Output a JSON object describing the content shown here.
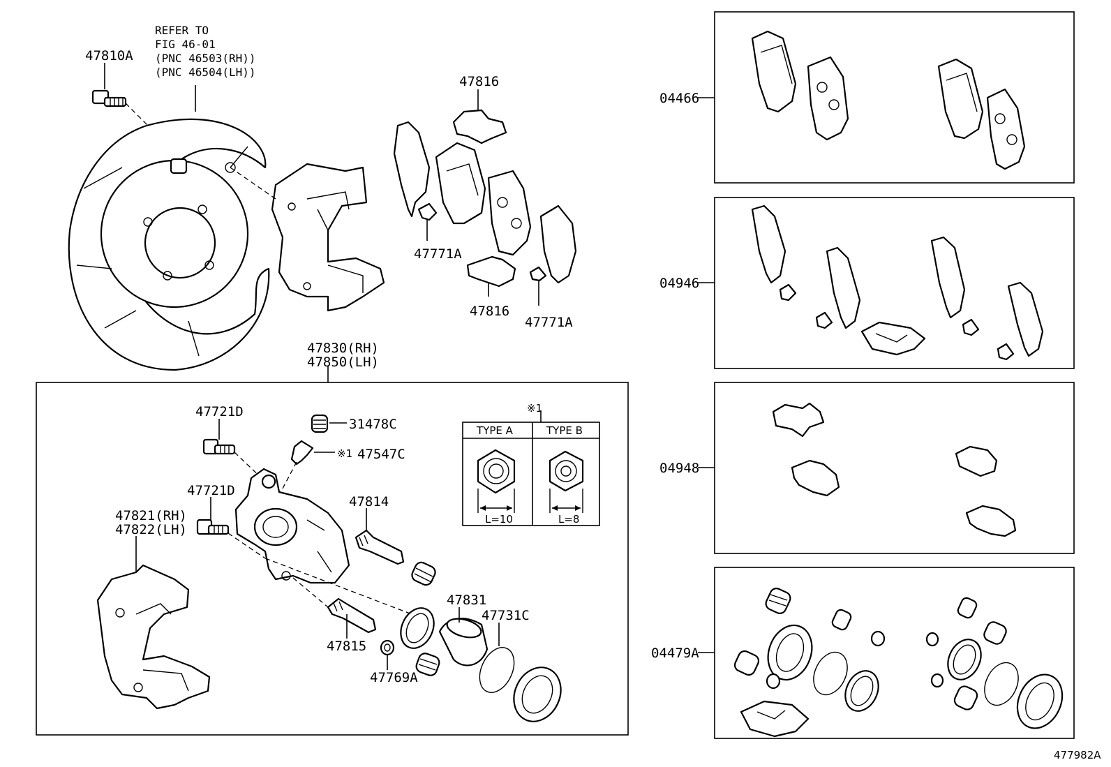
{
  "labels": {
    "bolt_top": "47810A",
    "refer_1": "REFER TO",
    "refer_2": "FIG 46-01",
    "refer_3": "(PNC 46503(RH))",
    "refer_4": "(PNC 46504(LH))",
    "clip_top": "47816",
    "shim_left": "47771A",
    "clip_bottom": "47816",
    "shim_right": "47771A",
    "caliper_rh": "47830(RH)",
    "caliper_lh": "47850(LH)",
    "bolt_a": "47721D",
    "cap": "31478C",
    "bleeder_mark": "※1",
    "bleeder": "47547C",
    "bolt_b": "47721D",
    "mount_rh": "47821(RH)",
    "mount_lh": "47822(LH)",
    "pin_a": "47814",
    "piston": "47831",
    "ring": "47731C",
    "pin_b": "47815",
    "bush": "47769A",
    "kit_1": "04466",
    "kit_2": "04946",
    "kit_3": "04948",
    "kit_4": "04479A",
    "figure_id": "477982A"
  },
  "inset": {
    "mark": "※1",
    "type_a": "TYPE A",
    "type_b": "TYPE B",
    "len_a": "L=10",
    "len_b": "L=8"
  }
}
